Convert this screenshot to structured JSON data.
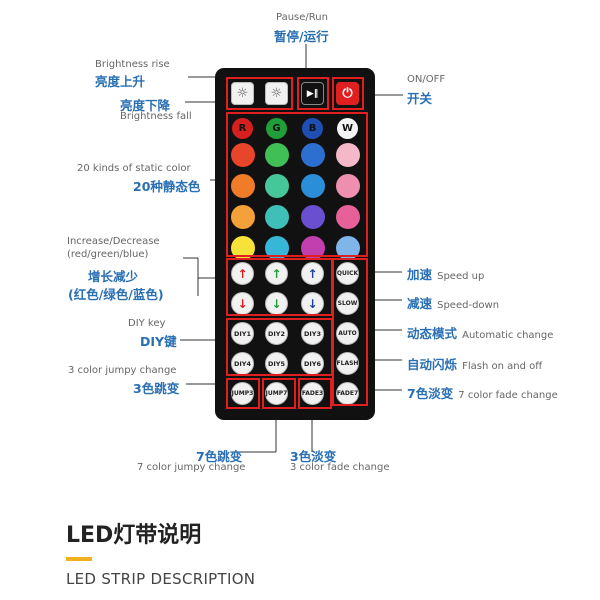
{
  "pause_run": {
    "en": "Pause/Run",
    "cn": "暂停/运行"
  },
  "brightness_rise": {
    "en": "Brightness rise",
    "cn": "亮度上升"
  },
  "brightness_fall": {
    "en": "Brightness fall",
    "cn": "亮度下降"
  },
  "on_off": {
    "en": "ON/OFF",
    "cn": "开关"
  },
  "static_color": {
    "en": "20 kinds of static color",
    "cn": "20种静态色"
  },
  "increase_decrease": {
    "en1": "Increase/Decrease",
    "en2": "(red/green/blue)",
    "cn1": "增长减少",
    "cn2": "(红色/绿色/蓝色)"
  },
  "diy_key": {
    "en": "DIY key",
    "cn": "DIY键"
  },
  "jump3_label": {
    "en": "3 color jumpy change",
    "cn": "3色跳变"
  },
  "speed_up": {
    "cn": "加速",
    "en": "Speed up"
  },
  "speed_down": {
    "cn": "减速",
    "en": "Speed-down"
  },
  "auto_change": {
    "cn": "动态模式",
    "en": "Automatic change"
  },
  "flash_change": {
    "cn": "自动闪烁",
    "en": "Flash on and off"
  },
  "fade7_label": {
    "cn": "7色淡变",
    "en": "7 color fade change"
  },
  "jump7_label": {
    "cn": "7色跳变",
    "en": "7 color jumpy change"
  },
  "fade3_label": {
    "cn": "3色淡变",
    "en": "3 color fade change"
  },
  "title_cn": "LED灯带说明",
  "title_en": "LED STRIP DESCRIPTION",
  "remote": {
    "top_buttons": [
      {
        "name": "brightness-up-button",
        "icon": "sun-icon",
        "glyph": "☼"
      },
      {
        "name": "brightness-down-button",
        "icon": "sun-small-icon",
        "glyph": "☼"
      },
      {
        "name": "pause-run-button",
        "icon": "play-pause-icon",
        "glyph": "▶‖"
      },
      {
        "name": "power-button",
        "icon": "power-icon",
        "glyph": "⏻"
      }
    ],
    "color_headers": [
      {
        "label": "R",
        "color": "#d62020"
      },
      {
        "label": "G",
        "color": "#1f9e3a"
      },
      {
        "label": "B",
        "color": "#1f4fb5"
      },
      {
        "label": "W",
        "color": "#f4f4f4"
      }
    ],
    "color_grid": [
      [
        "#e8452a",
        "#3fbf55",
        "#2d6fd0",
        "#f4b8c8"
      ],
      [
        "#f07c2a",
        "#46c79a",
        "#2a8ed8",
        "#ef8fb0"
      ],
      [
        "#f5a13a",
        "#3ec0b8",
        "#6a4fd0",
        "#e7609a"
      ],
      [
        "#f7e23a",
        "#38b6d8",
        "#c23fb0",
        "#7fb5e8"
      ]
    ],
    "arrow_rows": [
      [
        {
          "glyph": "↑",
          "color": "#d62020"
        },
        {
          "glyph": "↑",
          "color": "#1f9e3a"
        },
        {
          "glyph": "↑",
          "color": "#1f3f9e"
        }
      ],
      [
        {
          "glyph": "↓",
          "color": "#d62020"
        },
        {
          "glyph": "↓",
          "color": "#1f9e3a"
        },
        {
          "glyph": "↓",
          "color": "#1f3f9e"
        }
      ]
    ],
    "right_buttons": [
      "QUICK",
      "SLOW",
      "AUTO",
      "FLASH",
      "FADE7"
    ],
    "diy_buttons": [
      [
        "DIY1",
        "DIY2",
        "DIY3"
      ],
      [
        "DIY4",
        "DIY5",
        "DIY6"
      ]
    ],
    "bottom_buttons": [
      "JUMP3",
      "JUMP7",
      "FADE3"
    ]
  },
  "colors": {
    "label_blue": "#2a6fb3",
    "frame_red": "#e02020",
    "accent_yellow": "#f2b01e",
    "remote_black": "#111111"
  }
}
